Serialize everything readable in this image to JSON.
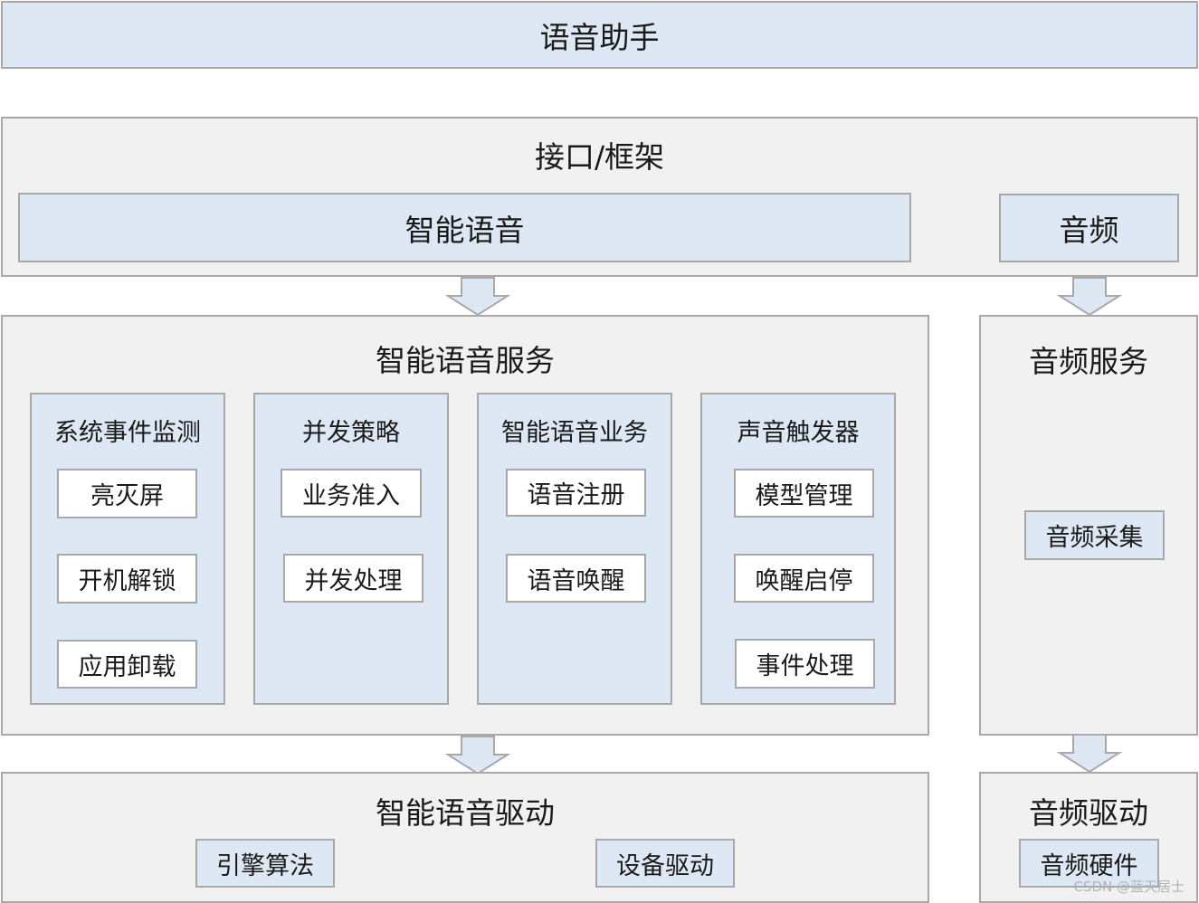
{
  "top": {
    "title": "语音助手"
  },
  "interface": {
    "title": "接口/框架",
    "voice": "智能语音",
    "audio": "音频"
  },
  "voice_service": {
    "title": "智能语音服务",
    "columns": [
      {
        "title": "系统事件监测",
        "items": [
          "亮灭屏",
          "开机解锁",
          "应用卸载"
        ]
      },
      {
        "title": "并发策略",
        "items": [
          "业务准入",
          "并发处理"
        ]
      },
      {
        "title": "智能语音业务",
        "items": [
          "语音注册",
          "语音唤醒"
        ]
      },
      {
        "title": "声音触发器",
        "items": [
          "模型管理",
          "唤醒启停",
          "事件处理"
        ]
      }
    ]
  },
  "audio_service": {
    "title": "音频服务",
    "item": "音频采集"
  },
  "voice_driver": {
    "title": "智能语音驱动",
    "items": [
      "引擎算法",
      "设备驱动"
    ]
  },
  "audio_driver": {
    "title": "音频驱动",
    "item": "音频硬件"
  },
  "watermark": "CSDN @蓝天居士"
}
